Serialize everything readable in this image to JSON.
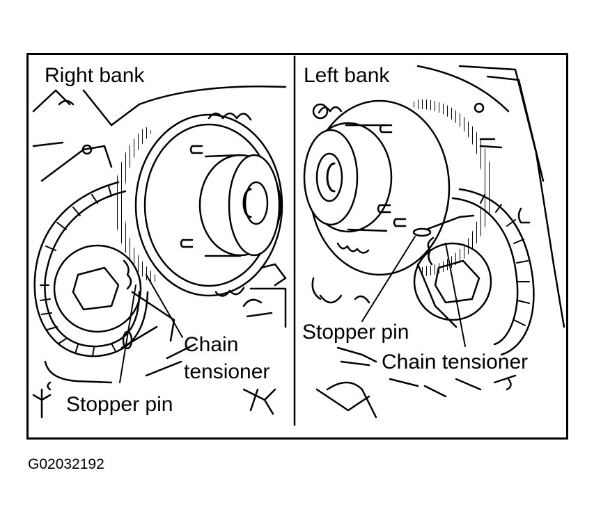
{
  "panels": {
    "right": {
      "title": "Right bank",
      "stopper_pin_label": "Stopper pin",
      "chain_tensioner_label_line1": "Chain",
      "chain_tensioner_label_line2": "tensioner"
    },
    "left": {
      "title": "Left bank",
      "stopper_pin_label": "Stopper pin",
      "chain_tensioner_label": "Chain tensioner"
    }
  },
  "figure_id": "G02032192"
}
